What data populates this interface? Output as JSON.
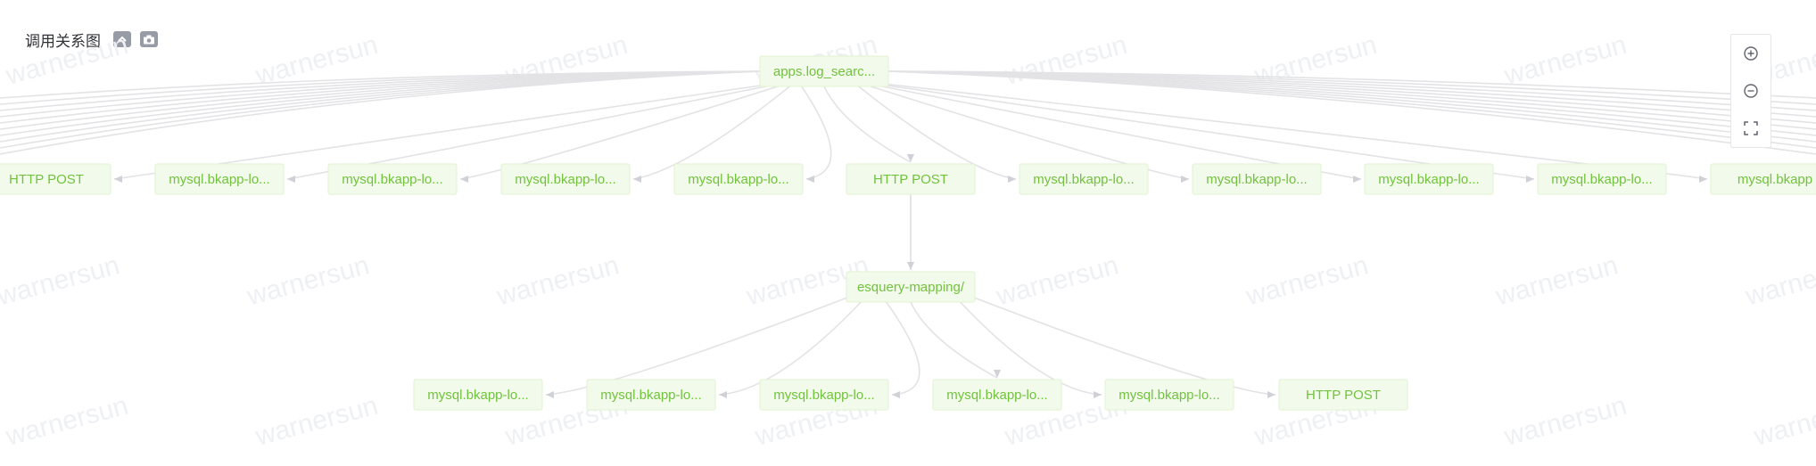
{
  "header": {
    "title": "调用关系图",
    "collapse_icon": "chevron-up-icon",
    "screenshot_icon": "camera-icon"
  },
  "watermark": "warnersun",
  "zoom_controls": [
    "zoom-in-icon",
    "zoom-out-icon",
    "fullscreen-icon"
  ],
  "colors": {
    "node_fill": "#f2fbeb",
    "node_text": "#72c23d",
    "edge": "#e3e3e6"
  },
  "graph": {
    "root": {
      "label": "apps.log_searc..."
    },
    "level1": [
      {
        "label": "HTTP POST"
      },
      {
        "label": "mysql.bkapp-lo..."
      },
      {
        "label": "mysql.bkapp-lo..."
      },
      {
        "label": "mysql.bkapp-lo..."
      },
      {
        "label": "mysql.bkapp-lo..."
      },
      {
        "label": "HTTP POST"
      },
      {
        "label": "mysql.bkapp-lo..."
      },
      {
        "label": "mysql.bkapp-lo..."
      },
      {
        "label": "mysql.bkapp-lo..."
      },
      {
        "label": "mysql.bkapp-lo..."
      },
      {
        "label": "mysql.bkapp"
      }
    ],
    "level2": {
      "label": "esquery-mapping/"
    },
    "level3": [
      {
        "label": "mysql.bkapp-lo..."
      },
      {
        "label": "mysql.bkapp-lo..."
      },
      {
        "label": "mysql.bkapp-lo..."
      },
      {
        "label": "mysql.bkapp-lo..."
      },
      {
        "label": "mysql.bkapp-lo..."
      },
      {
        "label": "HTTP POST"
      }
    ]
  }
}
